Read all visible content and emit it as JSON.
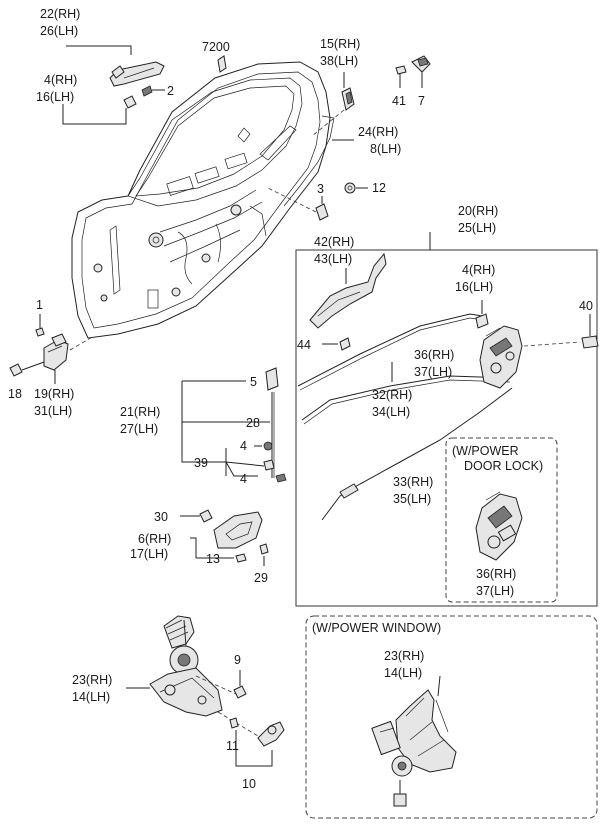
{
  "callouts": {
    "c22rh": "22(RH)",
    "c26lh": "26(LH)",
    "c4rh_a": "4(RH)",
    "c16lh_a": "16(LH)",
    "c2": "2",
    "c7200": "7200",
    "c15rh": "15(RH)",
    "c38lh": "38(LH)",
    "c41": "41",
    "c7": "7",
    "c24rh": "24(RH)",
    "c8lh": "8(LH)",
    "c3": "3",
    "c12": "12",
    "c20rh": "20(RH)",
    "c25lh": "25(LH)",
    "c42rh": "42(RH)",
    "c43lh": "43(LH)",
    "c1": "1",
    "c4rh_b": "4(RH)",
    "c16lh_b": "16(LH)",
    "c40": "40",
    "c44": "44",
    "c36rh_a": "36(RH)",
    "c37lh_a": "37(LH)",
    "c18": "18",
    "c19rh": "19(RH)",
    "c31lh": "31(LH)",
    "c5": "5",
    "c32rh": "32(RH)",
    "c34lh": "34(LH)",
    "c21rh": "21(RH)",
    "c27lh": "27(LH)",
    "c28": "28",
    "c4_c": "4",
    "c39": "39",
    "c4_d": "4",
    "c33rh": "33(RH)",
    "c35lh": "35(LH)",
    "c30": "30",
    "c6rh": "6(RH)",
    "c17lh": "17(LH)",
    "c13": "13",
    "c29": "29",
    "c36rh_b": "36(RH)",
    "c37lh_b": "37(LH)",
    "c9": "9",
    "c23rh_a": "23(RH)",
    "c14lh_a": "14(LH)",
    "c11": "11",
    "c10": "10",
    "c23rh_b": "23(RH)",
    "c14lh_b": "14(LH)"
  },
  "boxes": {
    "power_door_lock_line1": "(W/POWER",
    "power_door_lock_line2": "DOOR LOCK)",
    "power_window": "(W/POWER WINDOW)"
  }
}
